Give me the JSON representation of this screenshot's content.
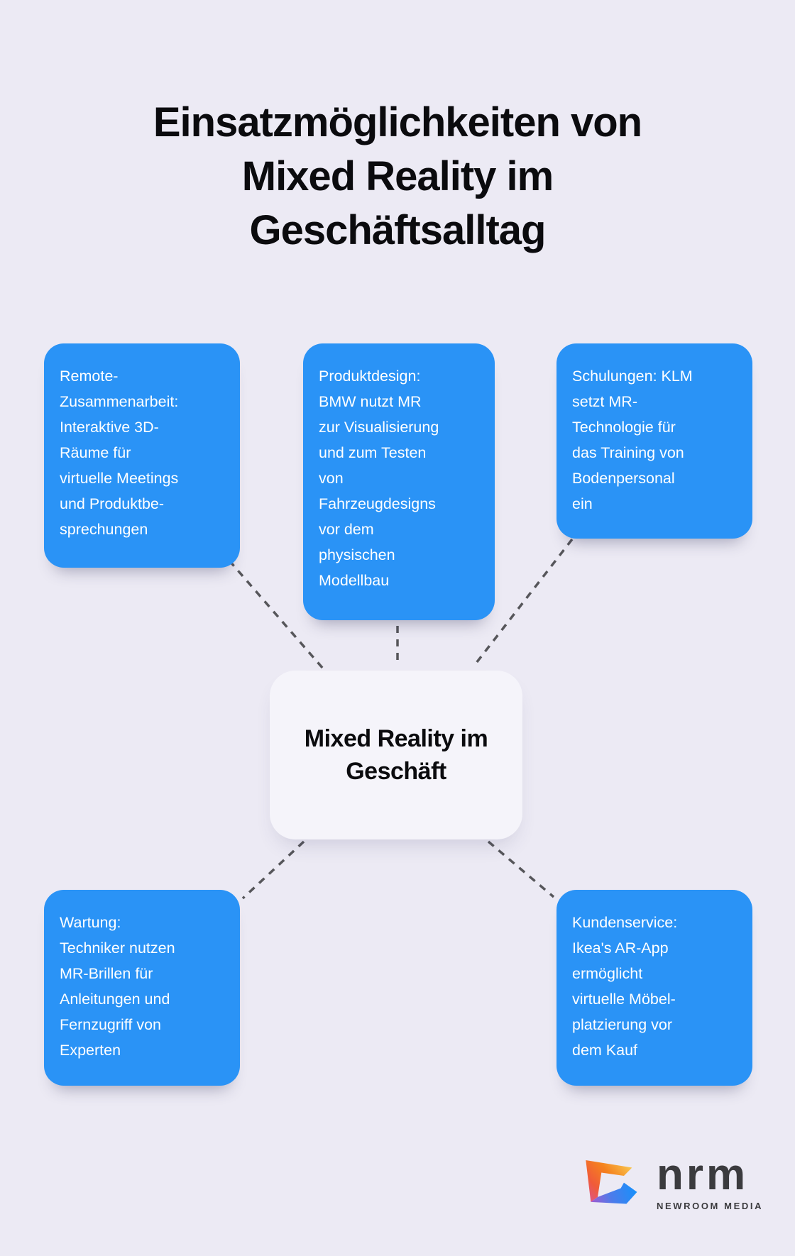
{
  "title": "Einsatzmöglichkeiten von\nMixed Reality im\nGeschäftsalltag",
  "center_node": {
    "label": "Mixed Reality im\nGeschäft"
  },
  "nodes": [
    {
      "id": "remote-zusammenarbeit",
      "text": "Remote-\nZusammenarbeit:\nInteraktive 3D-\nRäume für\nvirtuelle Meetings\nund Produktbe-\nsprechungen"
    },
    {
      "id": "produktdesign",
      "text": "Produktdesign:\nBMW nutzt MR\nzur Visualisierung\nund zum Testen\nvon\nFahrzeugdesigns\nvor dem\nphysischen\nModellbau"
    },
    {
      "id": "schulungen",
      "text": "Schulungen: KLM\nsetzt MR-\nTechnologie für\ndas Training von\nBodenpersonal\nein"
    },
    {
      "id": "wartung",
      "text": "Wartung:\nTechniker nutzen\nMR-Brillen für\nAnleitungen und\nFernzugriff von\nExperten"
    },
    {
      "id": "kundenservice",
      "text": "Kundenservice:\nIkea's AR-App\nermöglicht\nvirtuelle Möbel-\nplatzierung vor\ndem Kauf"
    }
  ],
  "logo": {
    "short_name": "nrm",
    "company": "NEWROOM MEDIA"
  },
  "colors": {
    "background": "#ECEAF4",
    "card_blue": "#2A93F6",
    "card_text": "#FFFFFF",
    "center_node_bg": "#F5F4FA",
    "heading_text": "#0B0B0E",
    "connector_gray": "#56565A",
    "logo_text": "#3B3B3E",
    "logo_gradient_warm": [
      "#F9CC53",
      "#F5821E",
      "#F05A3A",
      "#D9549E"
    ],
    "logo_gradient_cool": [
      "#A75ACF",
      "#4D7BEA",
      "#1791FB"
    ]
  }
}
